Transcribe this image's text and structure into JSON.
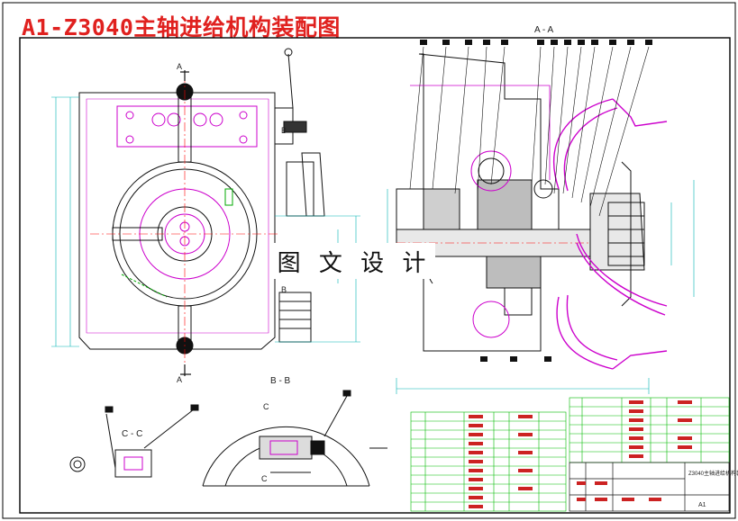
{
  "title": "A1-Z3040主轴进给机构装配图",
  "watermark": "图 文 设 计",
  "view_labels": {
    "section_aa": "A - A",
    "section_bb": "B - B",
    "section_cc": "C - C",
    "marker_a": "A",
    "marker_b": "B",
    "marker_c": "C"
  },
  "title_block": {
    "drawing_name": "Z3040主轴进给机构装配图",
    "sheet_size": "A1"
  },
  "colors": {
    "title": "#e0211f",
    "outline": "#111111",
    "sections": "#cc00cc",
    "centerlines": "#ff0000",
    "dimensions": "#00b3b3",
    "table_grid": "#00bb00",
    "frame": "#000000"
  }
}
